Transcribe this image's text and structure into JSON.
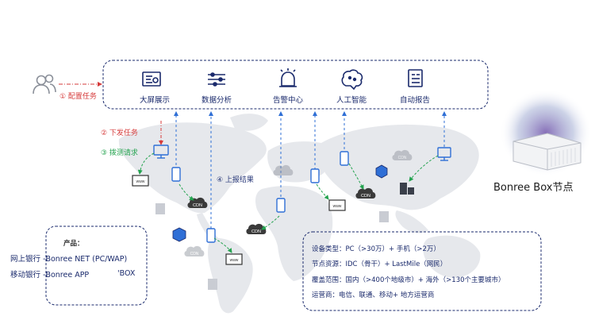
{
  "modules": [
    {
      "label": "大屏展示",
      "icon": "dashboard-icon"
    },
    {
      "label": "数据分析",
      "icon": "data-analysis-icon"
    },
    {
      "label": "告警中心",
      "icon": "alarm-icon"
    },
    {
      "label": "人工智能",
      "icon": "ai-brain-icon"
    },
    {
      "label": "自动报告",
      "icon": "report-icon"
    }
  ],
  "steps": {
    "config": "① 配置任务",
    "dispatch": "② 下发任务",
    "probe": "③ 拨测请求",
    "report": "④ 上报结果"
  },
  "map_labels": {
    "cdn": "CDN",
    "www": "www"
  },
  "products": {
    "title": "产品：",
    "line1": "网上银行 -Bonree NET (PC/WAP)",
    "line2": "移动银行 -Bonree APP",
    "line2_suffix": "'BOX"
  },
  "info": {
    "device": "设备类型：PC（>30万）+ 手机（>2万）",
    "nodes": "节点资源：IDC（骨干）+ LastMile（网民）",
    "coverage": "覆盖范围：国内（>400个地级市）+ 海外（>130个主要城市）",
    "isp": "运营商：电信、联通、移动+ 地方运营商"
  },
  "bonree_box": "Bonree Box节点",
  "colors": {
    "navy": "#1a2a6c",
    "red": "#d63b3b",
    "green": "#24a34f",
    "blue": "#2f6fd6",
    "map": "#e8eaee"
  }
}
